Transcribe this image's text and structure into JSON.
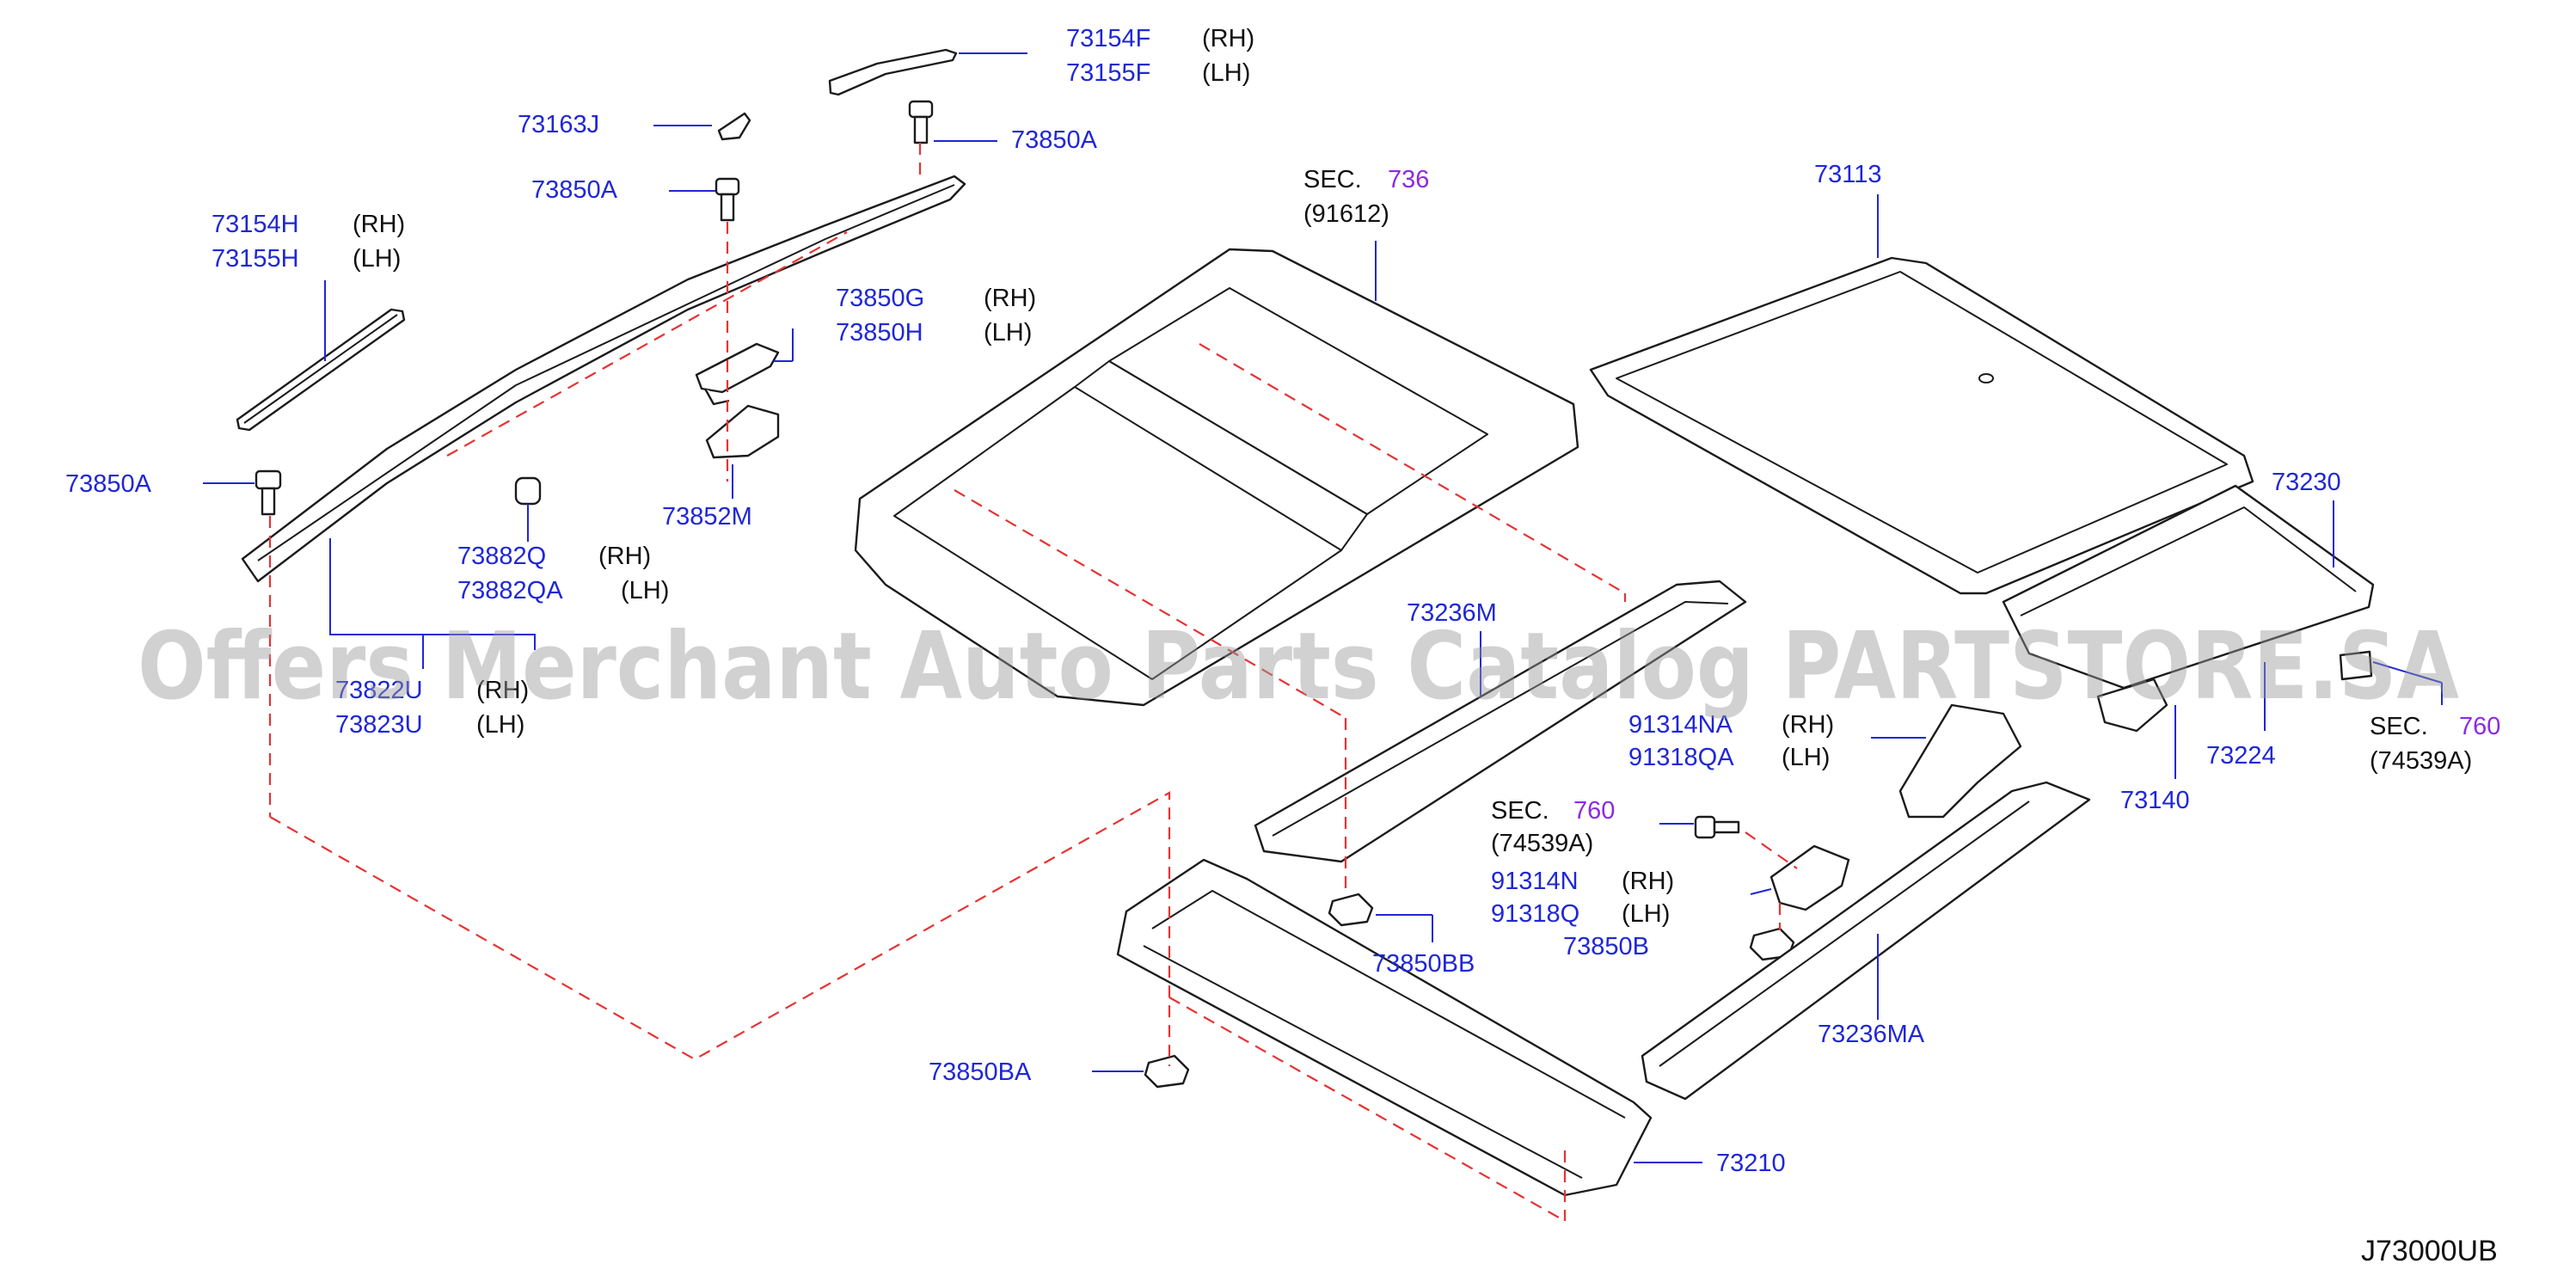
{
  "colors": {
    "callout": "#1f27d6",
    "section": "#8a2be2",
    "dashed_guide": "#e53333",
    "watermark": "#9a9a9a"
  },
  "callouts": {
    "c73154F": "73154F",
    "c73155F": "73155F",
    "c73163J": "73163J",
    "c73850A_a": "73850A",
    "c73850A_b": "73850A",
    "c73850A_c": "73850A",
    "c73154H": "73154H",
    "c73155H": "73155H",
    "c73850G": "73850G",
    "c73850H": "73850H",
    "c73852M": "73852M",
    "c73882Q": "73882Q",
    "c73882QA": "73882QA",
    "c73822U": "73822U",
    "c73823U": "73823U",
    "c73113": "73113",
    "c73230": "73230",
    "c73236M": "73236M",
    "c91314NA": "91314NA",
    "c91318QA": "91318QA",
    "c91314N": "91314N",
    "c91318Q": "91318Q",
    "c73850B": "73850B",
    "c73850BB": "73850BB",
    "c73850BA": "73850BA",
    "c73224": "73224",
    "c73140": "73140",
    "c73236MA": "73236MA",
    "c73210": "73210"
  },
  "side": {
    "rh": "(RH)",
    "lh": "(LH)"
  },
  "sections": {
    "sec_word": "SEC.",
    "sec736": {
      "num": "736",
      "ref": "(91612)"
    },
    "sec760_a": {
      "num": "760",
      "ref": "(74539A)"
    },
    "sec760_b": {
      "num": "760",
      "ref": "(74539A)"
    }
  },
  "diagram_id": "J73000UB",
  "watermark": "Offers Merchant Auto Parts Catalog PARTSTORE.SA"
}
